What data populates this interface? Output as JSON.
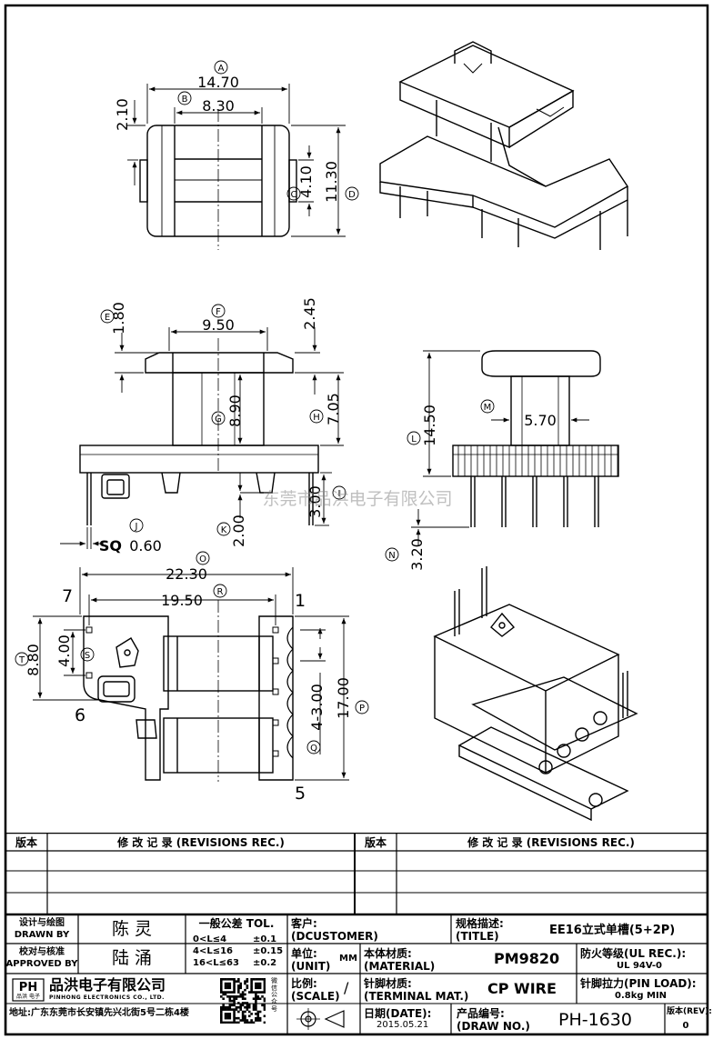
{
  "dims": {
    "A": {
      "letter": "A",
      "value": "14.70"
    },
    "B": {
      "letter": "B",
      "value": "8.30"
    },
    "h210": {
      "value": "2.10"
    },
    "C": {
      "letter": "C",
      "value": "4.10"
    },
    "D": {
      "letter": "D",
      "value": "11.30"
    },
    "E": {
      "letter": "E",
      "value": "1.80"
    },
    "F": {
      "letter": "F",
      "value": "9.50"
    },
    "h245": {
      "value": "2.45"
    },
    "G": {
      "letter": "G",
      "value": "8.90"
    },
    "H": {
      "letter": "H",
      "value": "7.05"
    },
    "I": {
      "letter": "I",
      "value": "3.00"
    },
    "J": {
      "letter": "J",
      "prefix": "SQ",
      "value": "0.60"
    },
    "K": {
      "letter": "K",
      "value": "2.00"
    },
    "L": {
      "letter": "L",
      "value": "14.50"
    },
    "M": {
      "letter": "M",
      "value": "5.70"
    },
    "N": {
      "letter": "N",
      "value": "3.20"
    },
    "O": {
      "letter": "O",
      "value": "22.30"
    },
    "R": {
      "letter": "R",
      "value": "19.50"
    },
    "T": {
      "letter": "T",
      "value": "8.80"
    },
    "S": {
      "letter": "S",
      "value": "4.00"
    },
    "P": {
      "letter": "P",
      "value": "17.00"
    },
    "Q": {
      "letter": "Q",
      "value": "4-3.00"
    }
  },
  "pins": {
    "p7": "7",
    "p1": "1",
    "p6": "6",
    "p5": "5"
  },
  "watermark": "东莞市品洪电子有限公司",
  "revisions": {
    "col1": "版本",
    "col2": "修 改 记 录 (REVISIONS REC.)",
    "col3": "版本",
    "col4": "修 改 记 录 (REVISIONS REC.)"
  },
  "title_block": {
    "design_label_cn": "设计与绘图",
    "design_label_en": "DRAWN BY",
    "designer": "陈 灵",
    "approve_label_cn": "校对与核准",
    "approve_label_en": "APPROVED BY",
    "approver": "陆 涌",
    "tol_title": "一般公差 TOL.",
    "tol_rows": [
      {
        "range": "0<L≤4",
        "tol": "±0.1"
      },
      {
        "range": "4<L≤16",
        "tol": "±0.15"
      },
      {
        "range": "16<L≤63",
        "tol": "±0.2"
      }
    ],
    "customer_label_cn": "客户:",
    "customer_label_en": "(DCUSTOMER)",
    "title_label_cn": "规格描述:",
    "title_label_en": "(TITLE)",
    "title_value": "EE16立式单槽(5+2P)",
    "unit_label_cn": "单位:",
    "unit_label_en": "(UNIT)",
    "unit_value": "MM",
    "material_label_cn": "本体材质:",
    "material_label_en": "(MATERIAL)",
    "material_value": "PM9820",
    "ul_label": "防火等级(UL REC.):",
    "ul_value": "UL 94V-0",
    "scale_label_cn": "比例:",
    "scale_label_en": "(SCALE)",
    "scale_value": "/",
    "terminal_label_cn": "针脚材质:",
    "terminal_label_en": "(TERMINAL MAT.)",
    "terminal_value": "CP WIRE",
    "pin_load_label": "针脚拉力(PIN LOAD):",
    "pin_load_value": "0.8kg MIN",
    "date_label_cn": "日期(DATE):",
    "date_value": "2015.05.21",
    "draw_label_cn": "产品编号:",
    "draw_label_en": "(DRAW NO.)",
    "draw_value": "PH-1630",
    "rev_label_cn": "版本(REV):",
    "rev_value": "0",
    "company_logo": "PH",
    "company_logo_sub": "品洪 电子",
    "company_cn": "品洪电子有限公司",
    "company_en": "PINHONG ELECTRONICS CO., LTD.",
    "qr_caption": "微信公众号",
    "address": "地址:广东东莞市长安镇先兴北街5号二栋4楼"
  }
}
